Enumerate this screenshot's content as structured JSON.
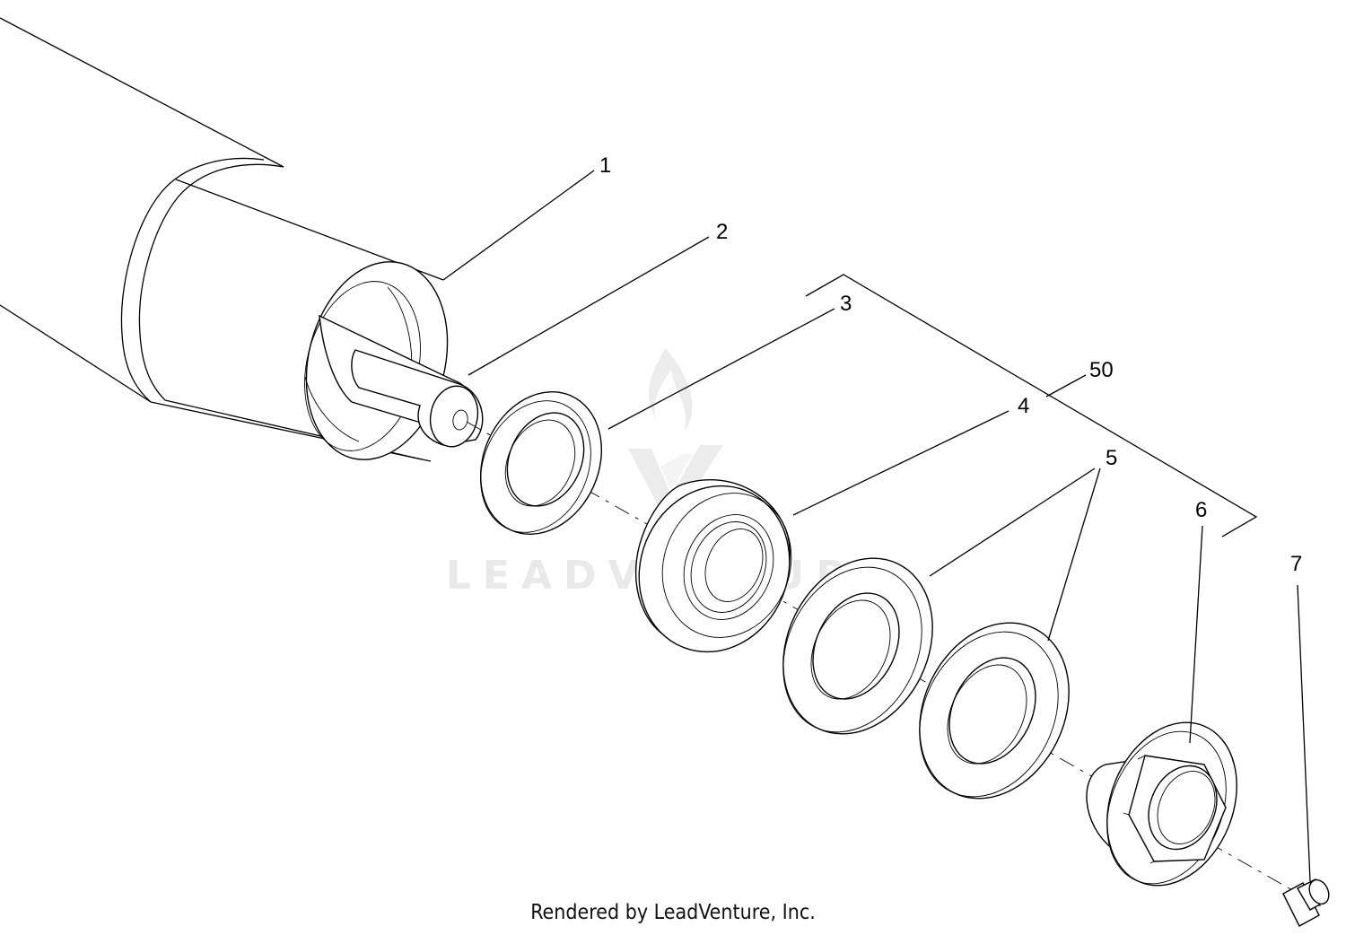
{
  "diagram": {
    "callouts": [
      "1",
      "2",
      "3",
      "50",
      "4",
      "5",
      "6",
      "7"
    ],
    "watermark": "LEADVENTURE",
    "footer": "Rendered by LeadVenture, Inc."
  }
}
